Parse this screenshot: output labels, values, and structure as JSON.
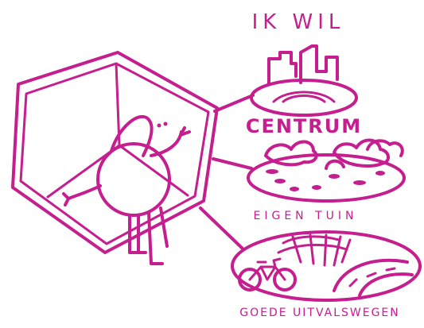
{
  "title": "IK WIL",
  "accent_color": "#c41e8f",
  "background_color": "#ffffff",
  "wishes": [
    {
      "label": "CENTRUM",
      "icon": "city-skyline-icon"
    },
    {
      "label": "EIGEN TUIN",
      "icon": "garden-icon"
    },
    {
      "label": "GOEDE UITVALSWEGEN",
      "icon": "roads-and-bicycle-icon"
    }
  ]
}
